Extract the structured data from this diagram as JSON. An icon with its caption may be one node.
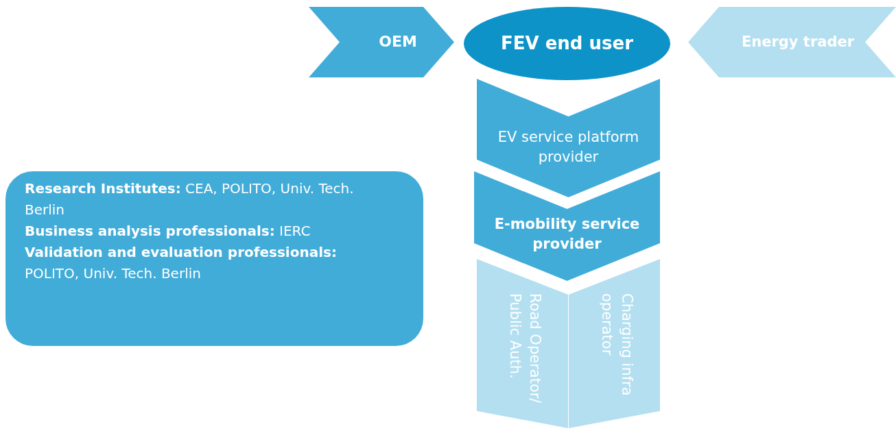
{
  "diagram": {
    "nodes": [
      {
        "text": [
          "OEM"
        ]
      },
      {
        "text": [
          "FEV end user"
        ]
      },
      {
        "text": [
          "Energy trader"
        ]
      },
      {
        "text": [
          "EV service platform provider"
        ]
      },
      {
        "text": [
          "E-mobility service provider"
        ]
      },
      {
        "text": [
          "Road Operator/ Public Auth."
        ]
      },
      {
        "text": [
          "Charging infra operator"
        ]
      },
      {
        "text": [
          "**Research Institutes:** CEA, POLITO, Univ. Tech. Berlin",
          "**Business analysis professionals:** IERC",
          "**Validation and evaluation professionals:** POLITO, Univ. Tech. Berlin"
        ]
      }
    ]
  }
}
